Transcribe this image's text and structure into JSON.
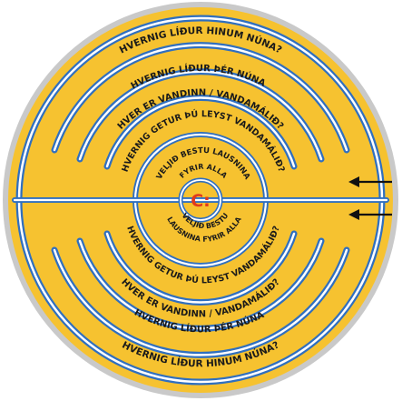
{
  "colors": {
    "outer_ring": "#c9c9c9",
    "disk": "#f6c230",
    "channel_blue": "#2f6fc0",
    "channel_white": "#ffffff",
    "center_mark": "#e03a1e",
    "text": "#1a1a1a",
    "arrow": "#111111"
  },
  "labels": {
    "top_outer": "HVERNIG LÍÐUR HINUM NÚNA?",
    "top_second": "HVERNIG LÍÐUR ÞÉR NÚNA?",
    "top_third": "HVER ER VANDINN / VANDAMÁLIÐ?",
    "top_fourth": "HVERNIG GETUR ÞÚ LEYST VANDAMÁLIÐ?",
    "top_inner": "VELJIÐ BESTU LAUSNINA",
    "top_inner_2": "FYRIR ALLA",
    "center_symbol": "C:",
    "bottom_inner": "VELJIÐ BESTU",
    "bottom_inner_2": "LAUSNINA FYRIR ALLA",
    "bottom_fourth": "HVERNIG GETUR ÞÚ LEYST VANDAMÁLIÐ?",
    "bottom_third": "HVER ER VANDINN / VANDAMÁLIÐ?",
    "bottom_second": "HVERNIG LÍÐUR ÞÉR NÚNA?",
    "bottom_outer": "HVERNIG LÍÐUR HINUM NÚNA?"
  },
  "arrows": [
    {
      "name": "entry-arrow-top",
      "direction": "left"
    },
    {
      "name": "entry-arrow-bottom",
      "direction": "left"
    }
  ]
}
